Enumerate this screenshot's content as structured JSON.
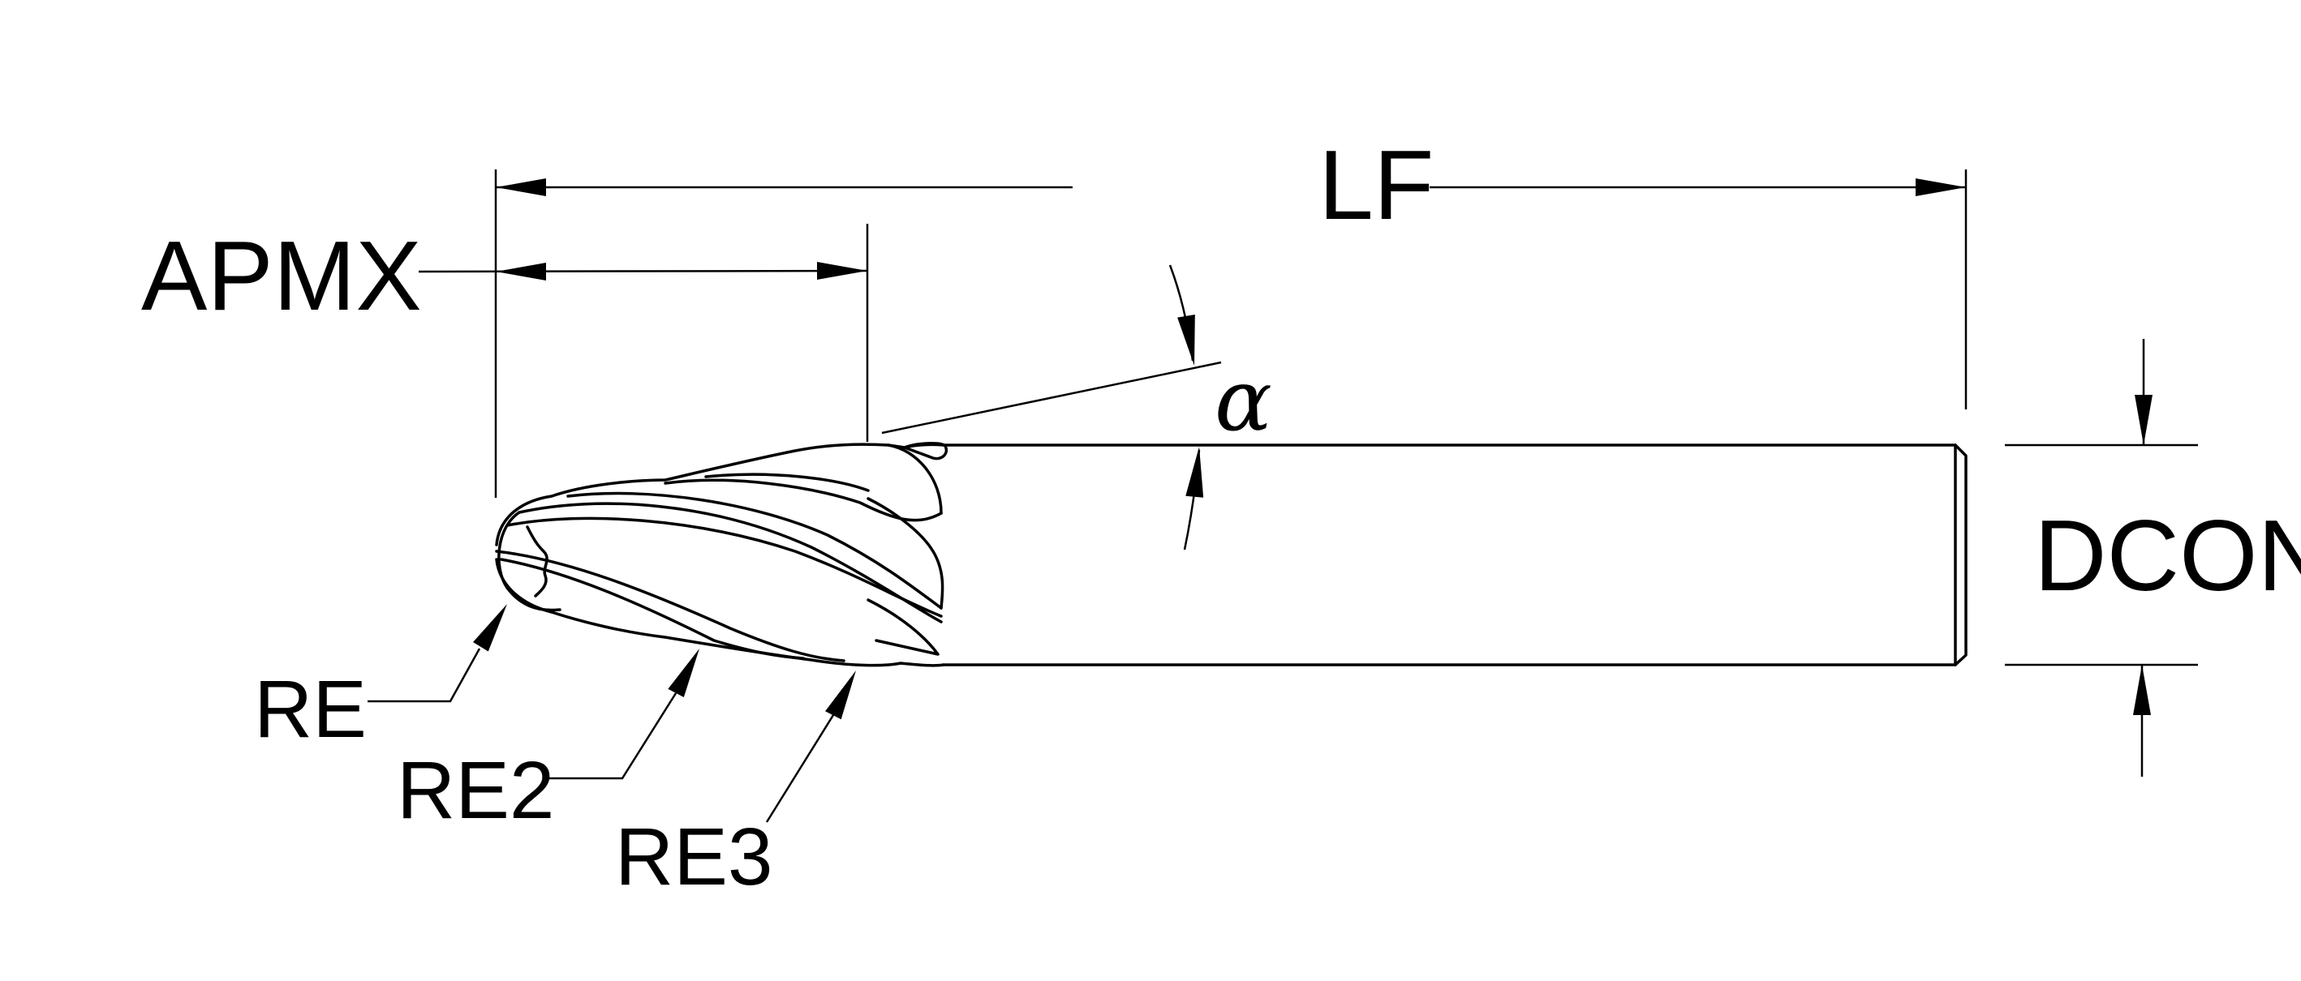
{
  "diagram": {
    "title": "Ball end mill dimension drawing",
    "labels": {
      "lf": "LF",
      "apmx": "APMX",
      "dcon": "DCON",
      "re": "RE",
      "re2": "RE2",
      "re3": "RE3",
      "alpha": "α"
    },
    "colors": {
      "line": "#000000",
      "background": "#ffffff"
    }
  }
}
